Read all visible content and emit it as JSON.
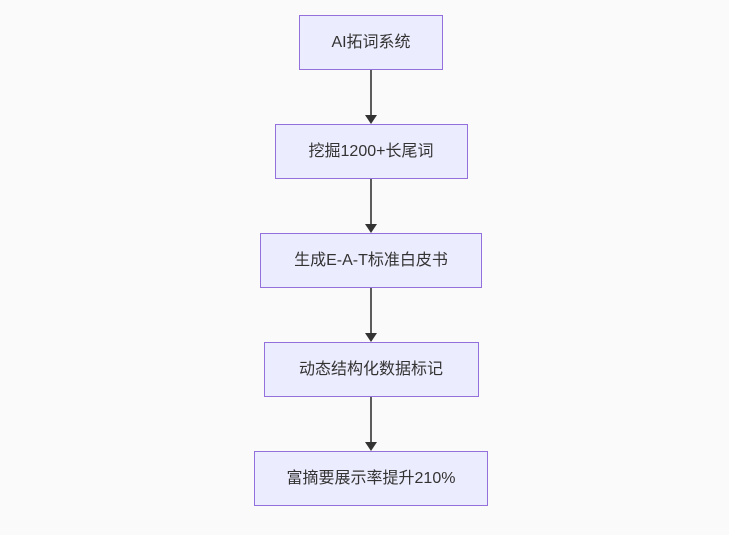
{
  "diagram": {
    "type": "flowchart",
    "direction": "top-down",
    "nodes": [
      {
        "label": "AI拓词系统"
      },
      {
        "label": "挖掘1200+长尾词"
      },
      {
        "label": "生成E-A-T标准白皮书"
      },
      {
        "label": "动态结构化数据标记"
      },
      {
        "label": "富摘要展示率提升210%"
      }
    ],
    "edges": [
      {
        "from": 0,
        "to": 1
      },
      {
        "from": 1,
        "to": 2
      },
      {
        "from": 2,
        "to": 3
      },
      {
        "from": 3,
        "to": 4
      }
    ]
  },
  "colors": {
    "background": "#fafafa",
    "node_fill": "#ECECFF",
    "node_border": "#9370DB",
    "node_text": "#333333",
    "arrow_line": "#5c5c5c",
    "arrow_head": "#333333"
  }
}
